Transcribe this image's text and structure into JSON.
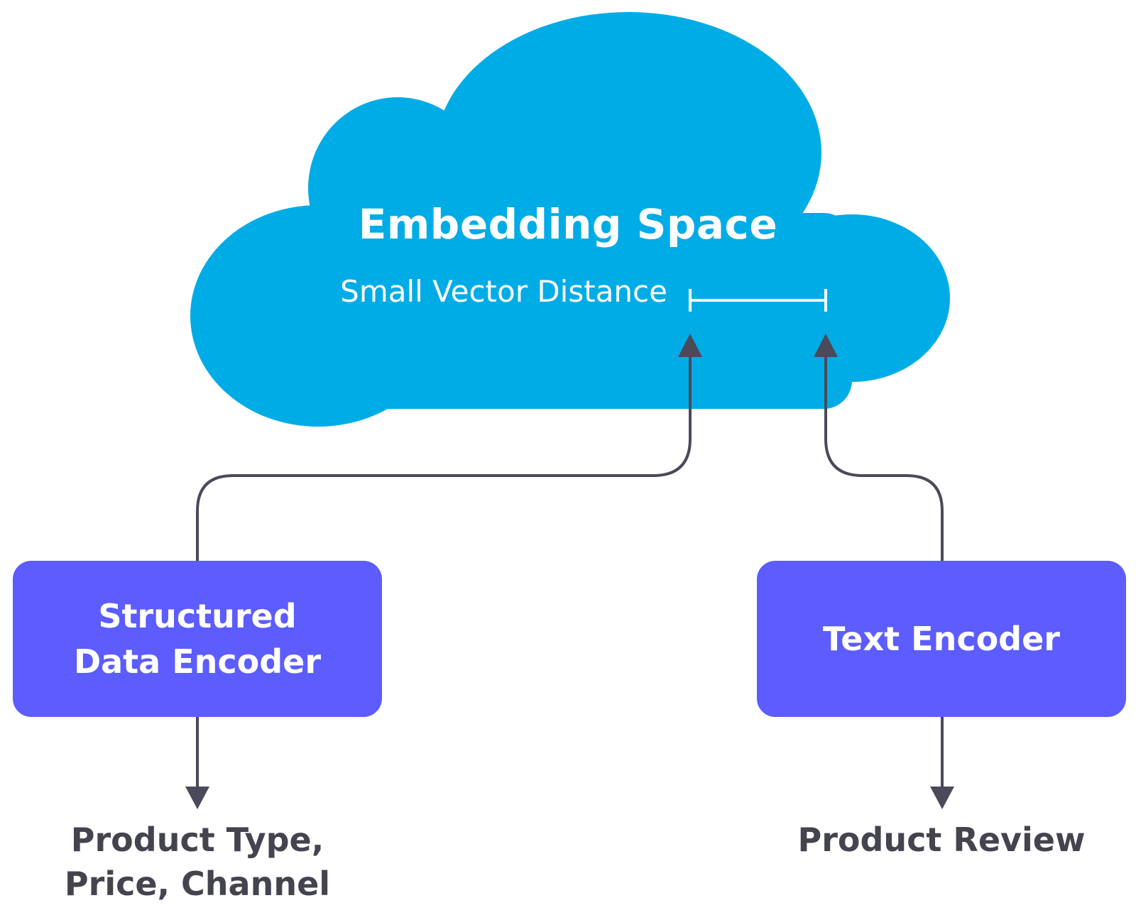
{
  "cloud": {
    "title": "Embedding Space",
    "subtitle": "Small Vector Distance",
    "color": "#00ace6"
  },
  "encoders": {
    "structured": {
      "line1": "Structured",
      "line2": "Data Encoder"
    },
    "text": {
      "label": "Text Encoder"
    },
    "color": "#5c5cff"
  },
  "inputs": {
    "structured": {
      "line1": "Product Type,",
      "line2": "Price, Channel"
    },
    "text": {
      "label": "Product Review"
    }
  },
  "connector_color": "#4a4a5a"
}
